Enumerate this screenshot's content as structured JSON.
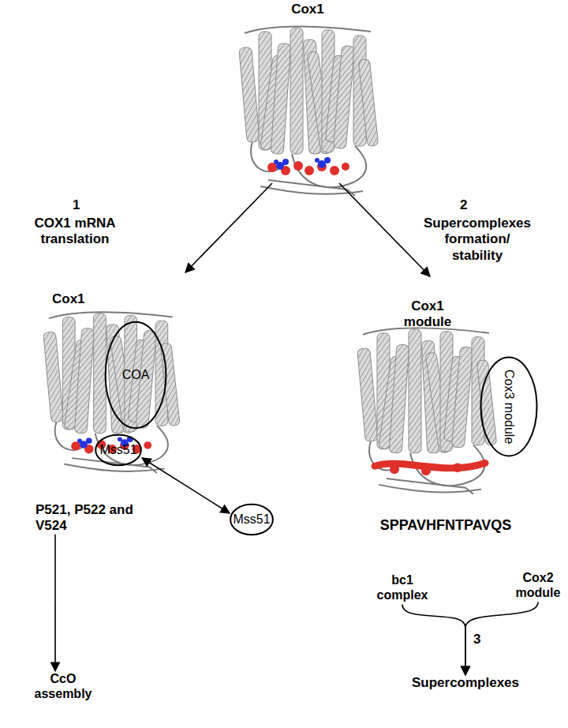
{
  "diagram": {
    "nodes": [
      {
        "text": [
          "Cox1"
        ]
      },
      {
        "text": [
          "Cox1"
        ]
      },
      {
        "text": [
          "COA"
        ],
        "in": 1
      },
      {
        "text": [
          "Mss51"
        ],
        "in": 1
      },
      {
        "text": [
          "Cox1 module"
        ]
      },
      {
        "text": [
          "Cox3 module"
        ],
        "in": 4
      },
      {
        "text": [
          "P521, P522 and V524"
        ]
      },
      {
        "text": [
          "Mss51"
        ]
      },
      {
        "text": [
          "SPPAVHFNTPAVQS"
        ]
      },
      {
        "text": [
          "bc1 complex"
        ]
      },
      {
        "text": [
          "Cox2 module"
        ]
      },
      {
        "text": [
          "CcO assembly"
        ]
      },
      {
        "text": [
          "Supercomplexes"
        ]
      }
    ],
    "edges": [
      {
        "from": 0,
        "to": 1,
        "arrow": "to",
        "label": "COX1 mRNA translation"
      },
      {
        "from": 0,
        "to": 4,
        "arrow": "to",
        "label": "Supercomplexes formation/ stability"
      },
      {
        "from": 3,
        "to": 7,
        "arrow": "both"
      },
      {
        "from": 6,
        "to": 11,
        "arrow": "to"
      },
      {
        "from": 9,
        "to": 12,
        "arrow": "to"
      },
      {
        "from": 10,
        "to": 12,
        "arrow": "to"
      }
    ],
    "labels": [
      "1",
      "2",
      "3"
    ]
  }
}
